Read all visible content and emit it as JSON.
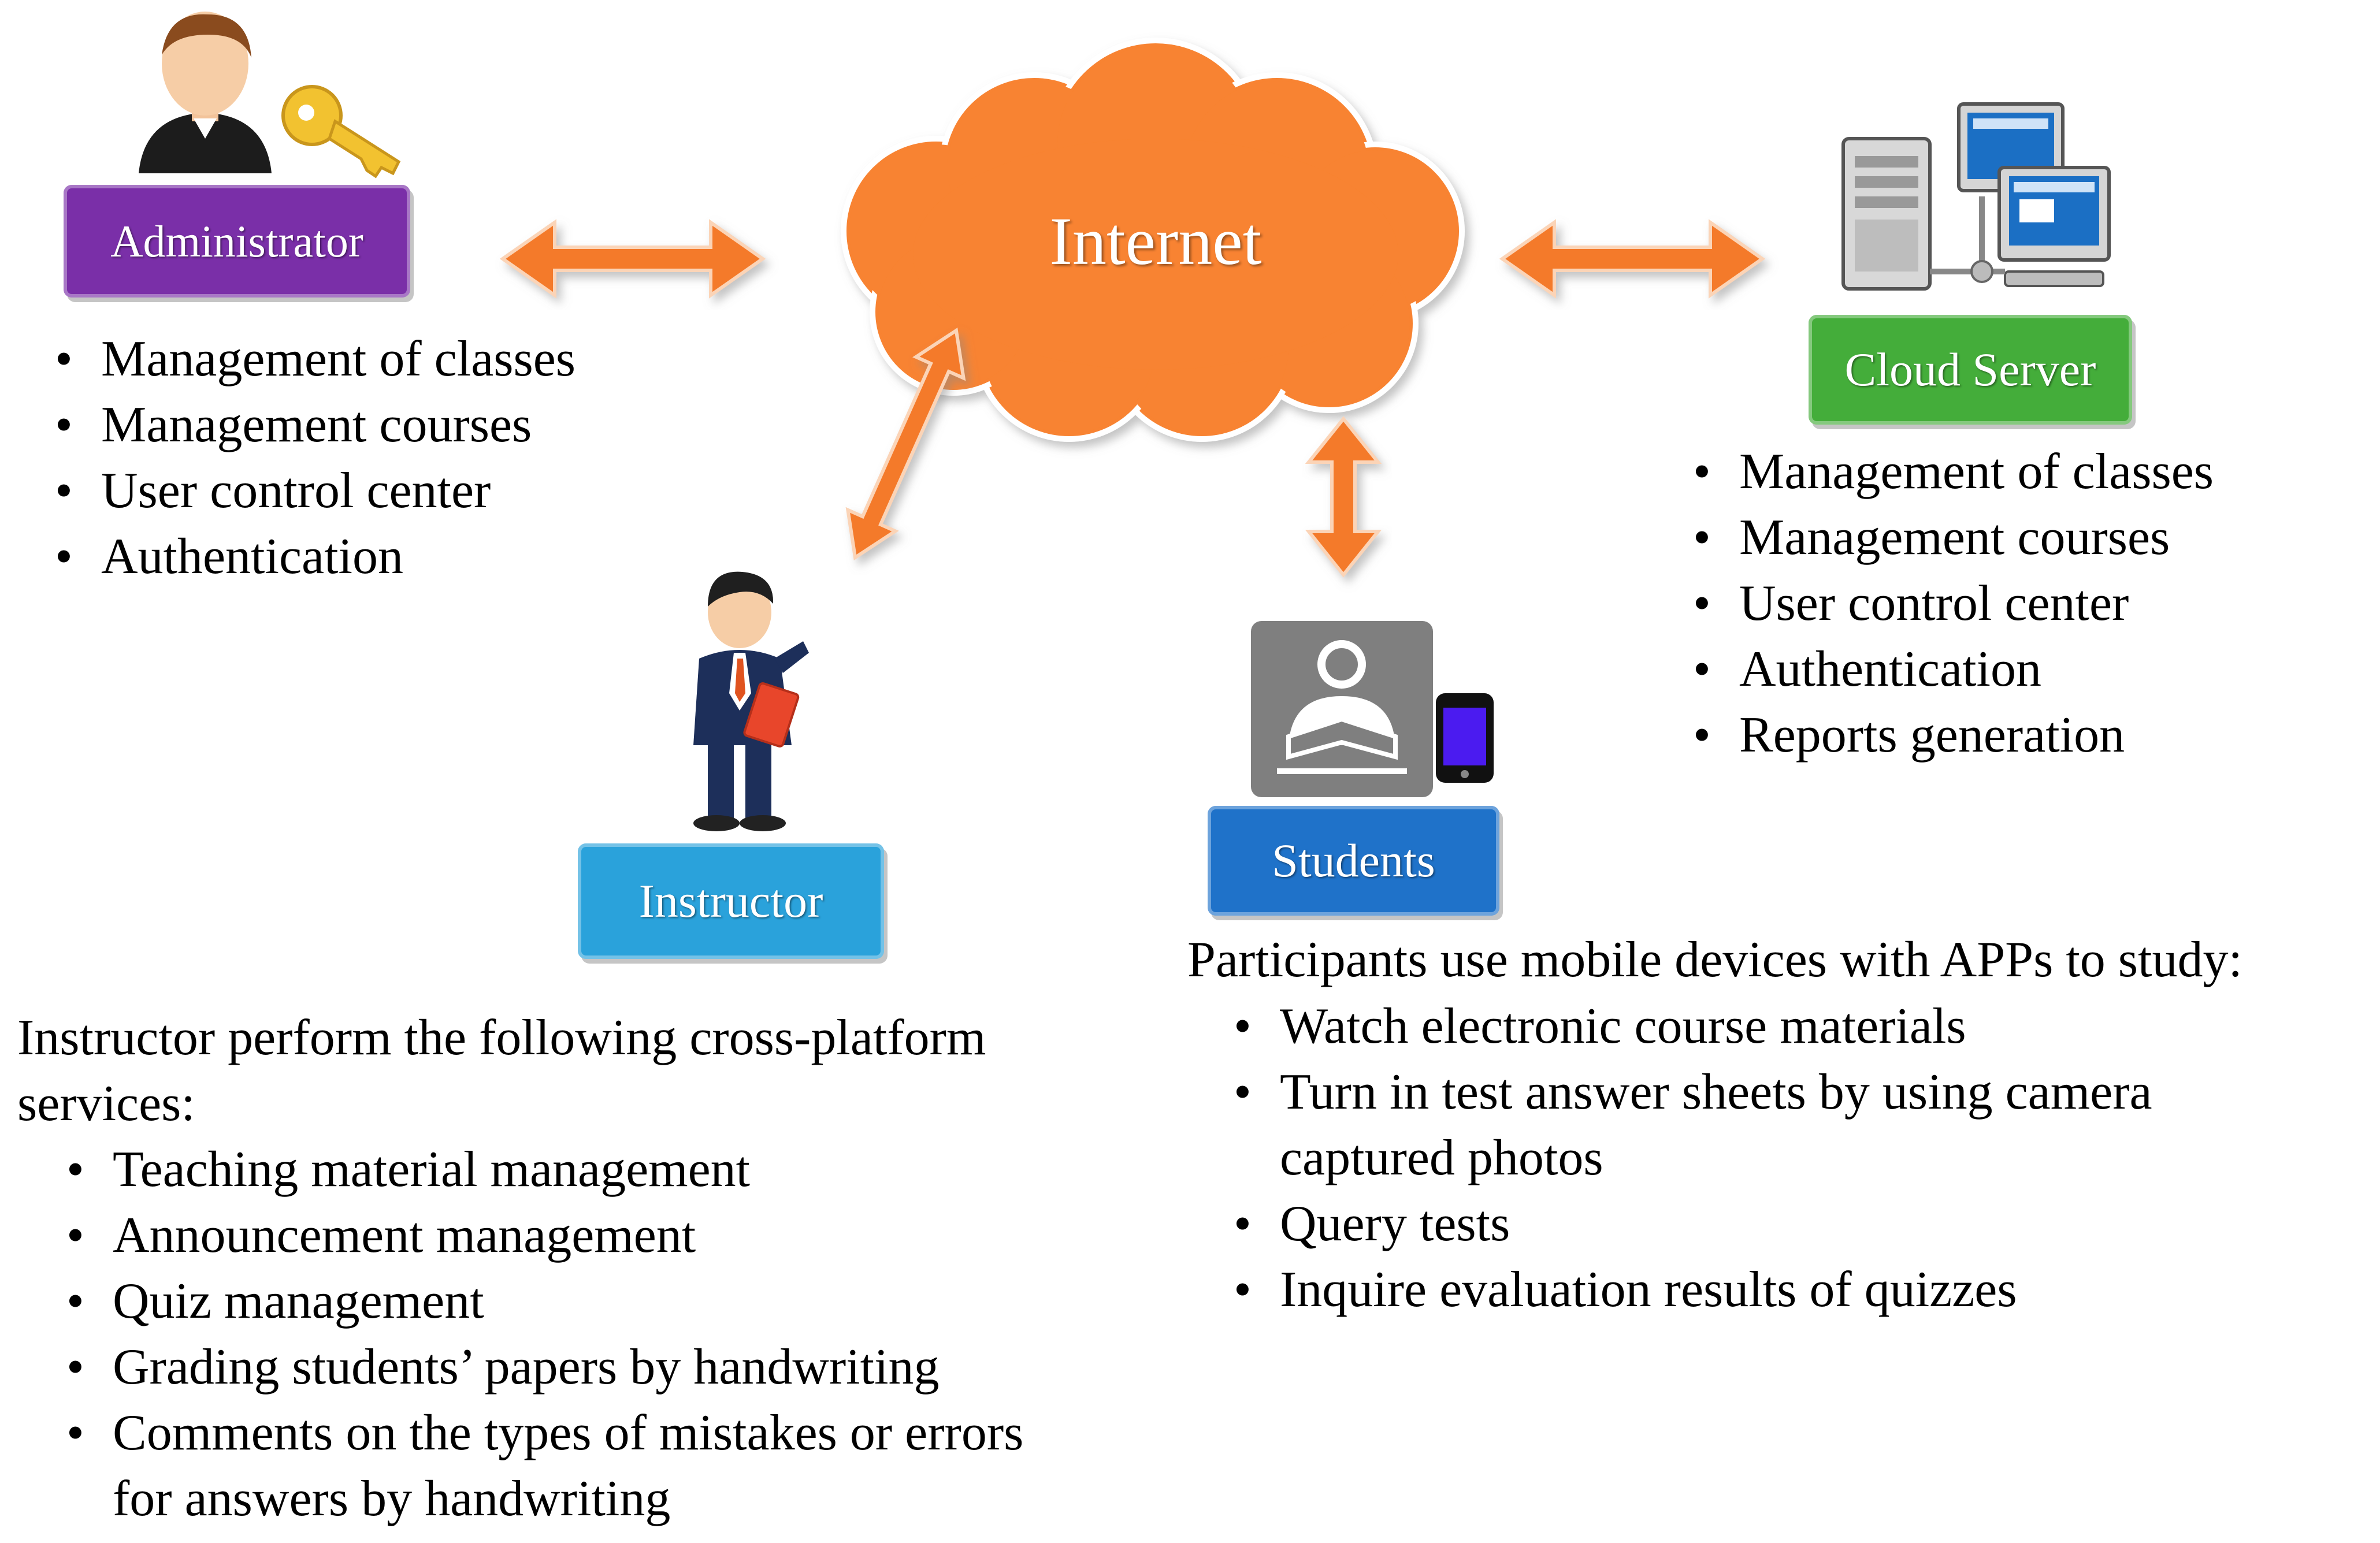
{
  "internet": {
    "label": "Internet",
    "color": "#F88330"
  },
  "administrator": {
    "label": "Administrator",
    "color": "#7A2FA8",
    "items": [
      "Management of classes",
      "Management courses",
      "User control center",
      "Authentication"
    ]
  },
  "cloud_server": {
    "label": "Cloud Server",
    "color": "#44AD3A",
    "items": [
      "Management of classes",
      "Management courses",
      "User control center",
      "Authentication",
      "Reports generation"
    ]
  },
  "instructor": {
    "label": "Instructor",
    "color": "#2AA2DB",
    "intro_line1": "Instructor perform the following cross-platform",
    "intro_line2": "services:",
    "items": [
      "Teaching material management",
      "Announcement management",
      "Quiz management",
      "Grading students’ papers by handwriting",
      "Comments on the types of mistakes or errors",
      "for answers by handwriting"
    ]
  },
  "students": {
    "label": "Students",
    "color": "#1F72C9",
    "intro": "Participants use mobile devices with APPs to study:",
    "items": [
      "Watch electronic course materials",
      "Turn in test answer sheets by using camera",
      "captured photos",
      "Query tests",
      "Inquire evaluation results of quizzes"
    ]
  },
  "arrow_color": "#F47A2C"
}
